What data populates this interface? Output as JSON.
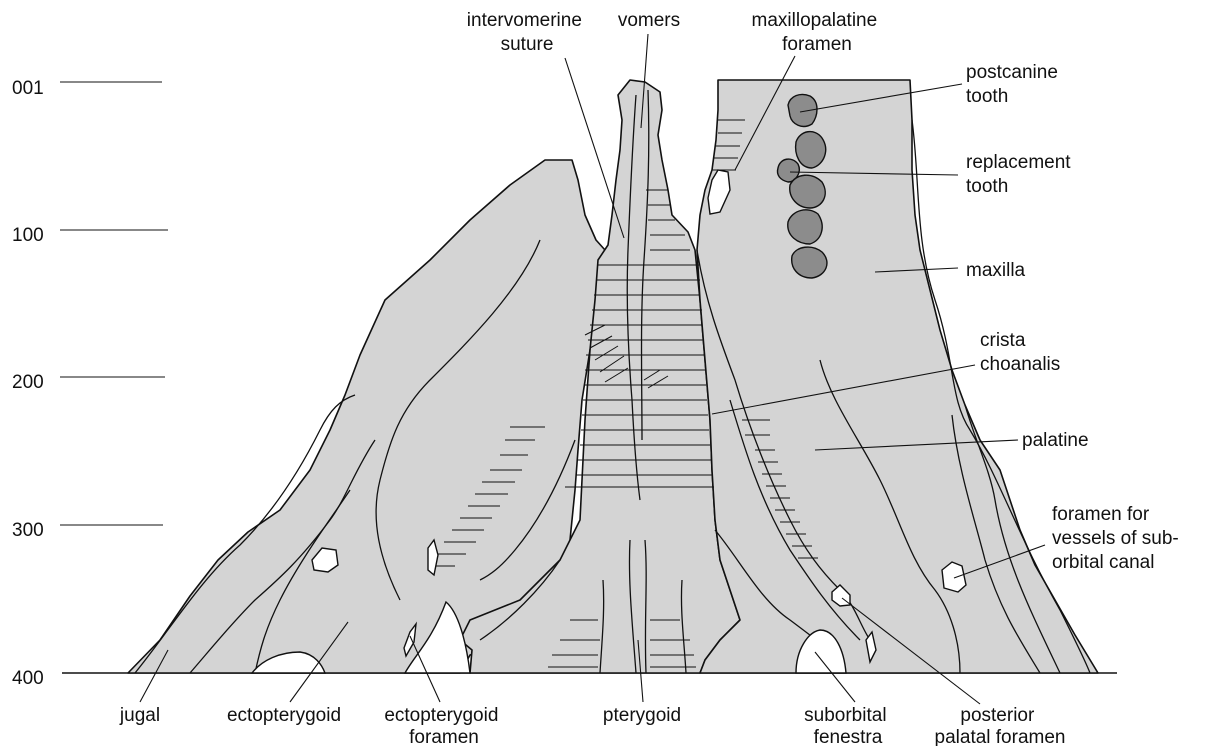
{
  "scale_bar": {
    "ticks": [
      "001",
      "100",
      "200",
      "300",
      "400"
    ]
  },
  "labels": {
    "intervomerine_suture": [
      "intervomerine",
      "suture"
    ],
    "vomers": [
      "vomers"
    ],
    "maxillopalatine_foramen": [
      "maxillopalatine",
      "foramen"
    ],
    "postcanine_tooth": [
      "postcanine",
      "tooth"
    ],
    "replacement_tooth": [
      "replacement",
      "tooth"
    ],
    "maxilla": [
      "maxilla"
    ],
    "crista_choanalis": [
      "crista",
      "choanalis"
    ],
    "palatine": [
      "palatine"
    ],
    "foramen_suborbital": [
      "foramen for",
      "vessels of sub-",
      "orbital canal"
    ],
    "jugal": [
      "jugal"
    ],
    "ectopterygoid": [
      "ectopterygoid"
    ],
    "ectopterygoid_foramen": [
      "ectopterygoid",
      "foramen"
    ],
    "pterygoid": [
      "pterygoid"
    ],
    "suborbital_fenestra": [
      "suborbital",
      "fenestra"
    ],
    "posterior_palatal_foramen": [
      "posterior",
      "palatal foramen"
    ]
  },
  "colors": {
    "bone": "#d4d4d4",
    "tooth": "#8c8c8c",
    "outline": "#111111"
  }
}
